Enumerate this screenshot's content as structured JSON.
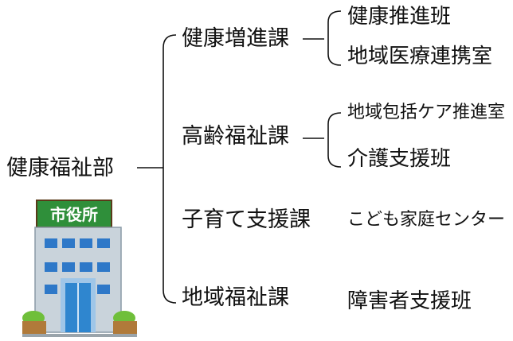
{
  "department": "健康福祉部",
  "divisions": [
    {
      "name": "健康増進課",
      "units": [
        "健康推進班",
        "地域医療連携室"
      ]
    },
    {
      "name": "高齢福祉課",
      "units": [
        "地域包括ケア推進室",
        "介護支援班"
      ]
    },
    {
      "name": "子育て支援課",
      "units": [
        "こども家庭センター"
      ]
    },
    {
      "name": "地域福祉課",
      "units": [
        "障害者支援班"
      ]
    }
  ],
  "building": {
    "sign": "市役所",
    "colors": {
      "roof": "#2f8f3a",
      "wall": "#c9d3db",
      "window": "#2e78c8",
      "door": "#2f86cf",
      "bush": "#6fbf3a",
      "planter": "#b07a3a"
    }
  }
}
